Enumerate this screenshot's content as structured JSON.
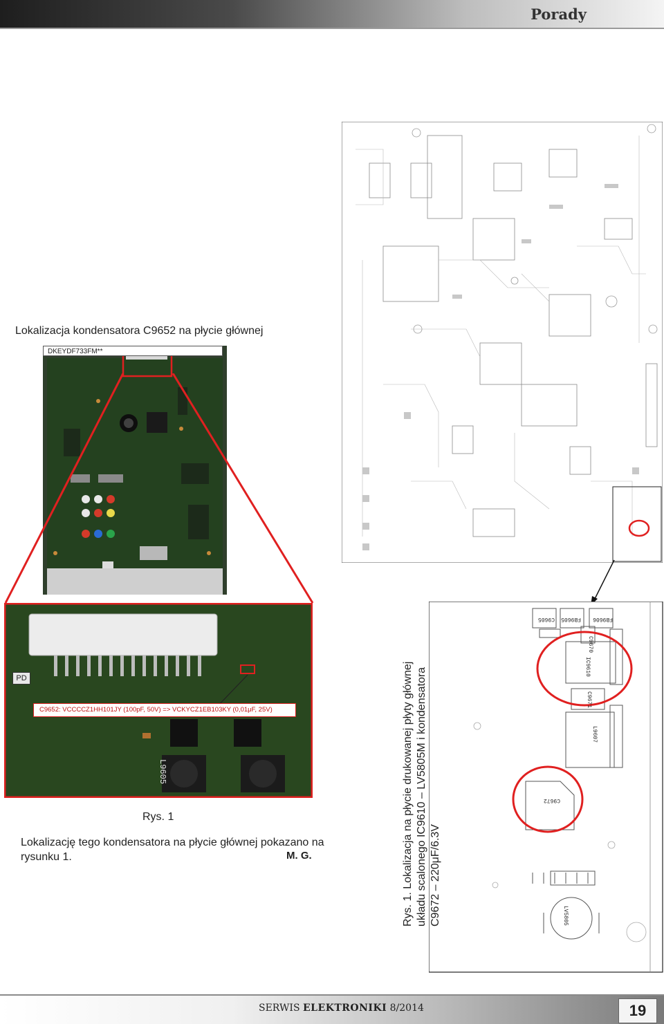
{
  "header": {
    "section": "Porady"
  },
  "left": {
    "title": "Lokalizacja kondensatora C9652 na płycie głównej",
    "model_label": "DKEYDF733FM**",
    "pd_label": "PD",
    "zoom_silkscreen": "L9605",
    "callout": "C9652: VCCCCZ1HH101JY (100pF, 50V) => VCKYCZ1EB103KY (0,01μF, 25V)",
    "figure_label": "Rys. 1",
    "body": "Lokalizację tego kondensatora na płycie głównej pokazano na rysunku 1.",
    "author": "M. G."
  },
  "right": {
    "caption": "Rys. 1. Lokalizacja na płycie drukowanej płyty głównej układu scalonego IC9610 – LV5805M i kondensatora C9672 – 220μF/6.3V",
    "detail_labels": {
      "l1": "C9605",
      "l2": "FB9605",
      "l3": "FB9606",
      "l4": "C9670",
      "l5": "IC9610",
      "l6": "C9671",
      "l7": "L9607",
      "l8": "C9672",
      "l9": "LV5805"
    }
  },
  "footer": {
    "pub_part1": "SERWIS",
    "pub_part2": "ELEKTRONIKI",
    "issue": "8/2014",
    "page": "19"
  }
}
